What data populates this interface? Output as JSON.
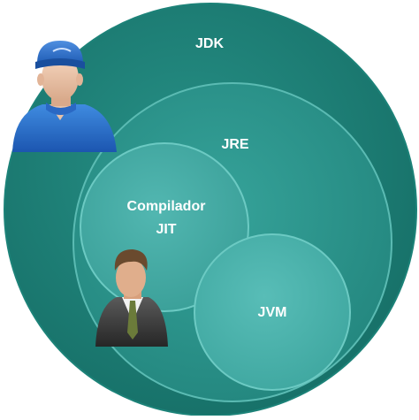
{
  "diagram": {
    "jdk_label": "JDK",
    "jre_label": "JRE",
    "jit_label_line1": "Compilador",
    "jit_label_line2": "JIT",
    "jvm_label": "JVM",
    "icons": {
      "developer": "developer-person-icon",
      "businessman": "businessman-person-icon"
    },
    "colors": {
      "jdk": "#1c8278",
      "jre": "#2a958c",
      "jit": "#43aaa4",
      "jvm": "#4ab3ad",
      "label": "#ffffff"
    }
  }
}
